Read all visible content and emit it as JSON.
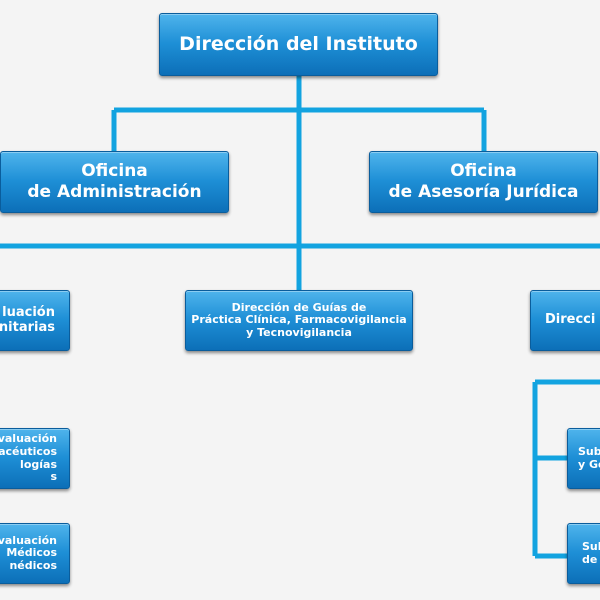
{
  "top": {
    "line1": "Dirección del Instituto"
  },
  "office_admin": {
    "line1": "Oficina",
    "line2": "de Administración"
  },
  "office_legal": {
    "line1": "Oficina",
    "line2": "de Asesoría Jurídica"
  },
  "left_direction": {
    "line1": "luación",
    "line2": "nitarias"
  },
  "center_direction": {
    "line1": "Dirección de Guías de",
    "line2": "Práctica Clínica, Farmacovigilancia",
    "line3": "y Tecnovigilancia"
  },
  "right_direction": {
    "line1": "Direcci"
  },
  "left_sub_1": {
    "line1": "valuación",
    "line2": "macéuticos",
    "line3": "logías",
    "line4": "s"
  },
  "left_sub_2": {
    "line1": "valuación",
    "line2": "Médicos",
    "line3": "nédicos"
  },
  "right_sub_1": {
    "line1": "Sub",
    "line2": "y Ge"
  },
  "right_sub_2": {
    "line1": "Sub",
    "line2": "de"
  },
  "colors": {
    "connector": "#12a3e0",
    "box_top": "#4fb4ec",
    "box_bottom": "#0c6fb8",
    "background": "#f4f4f4"
  }
}
